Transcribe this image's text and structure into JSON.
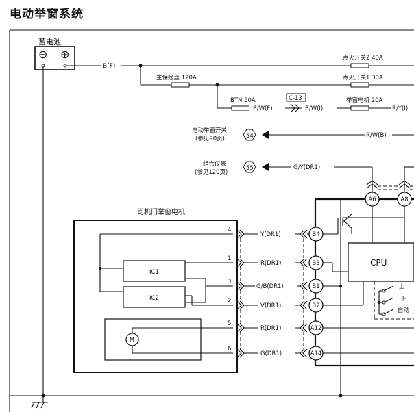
{
  "title": "电动举窗系统",
  "battery": {
    "label": "蓄电池",
    "minus": "⊖",
    "plus": "⊕"
  },
  "wires": {
    "bf": "B(F)",
    "bwf": "B/W(F)",
    "bwi": "B/W(I)",
    "ryi": "R/Y(I)",
    "rwb": "R/W(B)",
    "gydr1": "G/Y(DR1)",
    "ydr1": "Y(DR1)",
    "rdr1a": "R(DR1)",
    "gbdr1": "G/B(DR1)",
    "vdr1": "V(DR1)",
    "rdr1b": "R(DR1)",
    "gdr1": "G(DR1)"
  },
  "fuses": {
    "ign2": "点火开关2 40A",
    "main": "主保险丝 120A",
    "ign1": "点火开关1 30A",
    "btn": "BTN 50A",
    "motor": "举窗电机 20A"
  },
  "connector_c13": "C-13",
  "refs": {
    "switch_name": "电动举窗开关",
    "switch_page": "(参见90页)",
    "switch_num": "54",
    "cluster_name": "组合仪表",
    "cluster_page": "(参见120页)",
    "cluster_num": "55"
  },
  "motor_box": {
    "title": "司机门举窗电机",
    "ic1": "IC1",
    "ic2": "IC2",
    "motor_symbol": "M"
  },
  "pins": {
    "p4": "4",
    "p1": "1",
    "p3": "3",
    "p2": "2",
    "p5": "5",
    "p6": "6"
  },
  "terminals": {
    "b4": "B4",
    "b3": "B3",
    "b1": "B1",
    "b2": "B2",
    "a12": "A12",
    "a14": "A14",
    "a6": "A6",
    "a8": "A8"
  },
  "cpu": "CPU",
  "switch_labels": {
    "up": "上",
    "down": "下",
    "auto": "自动"
  }
}
